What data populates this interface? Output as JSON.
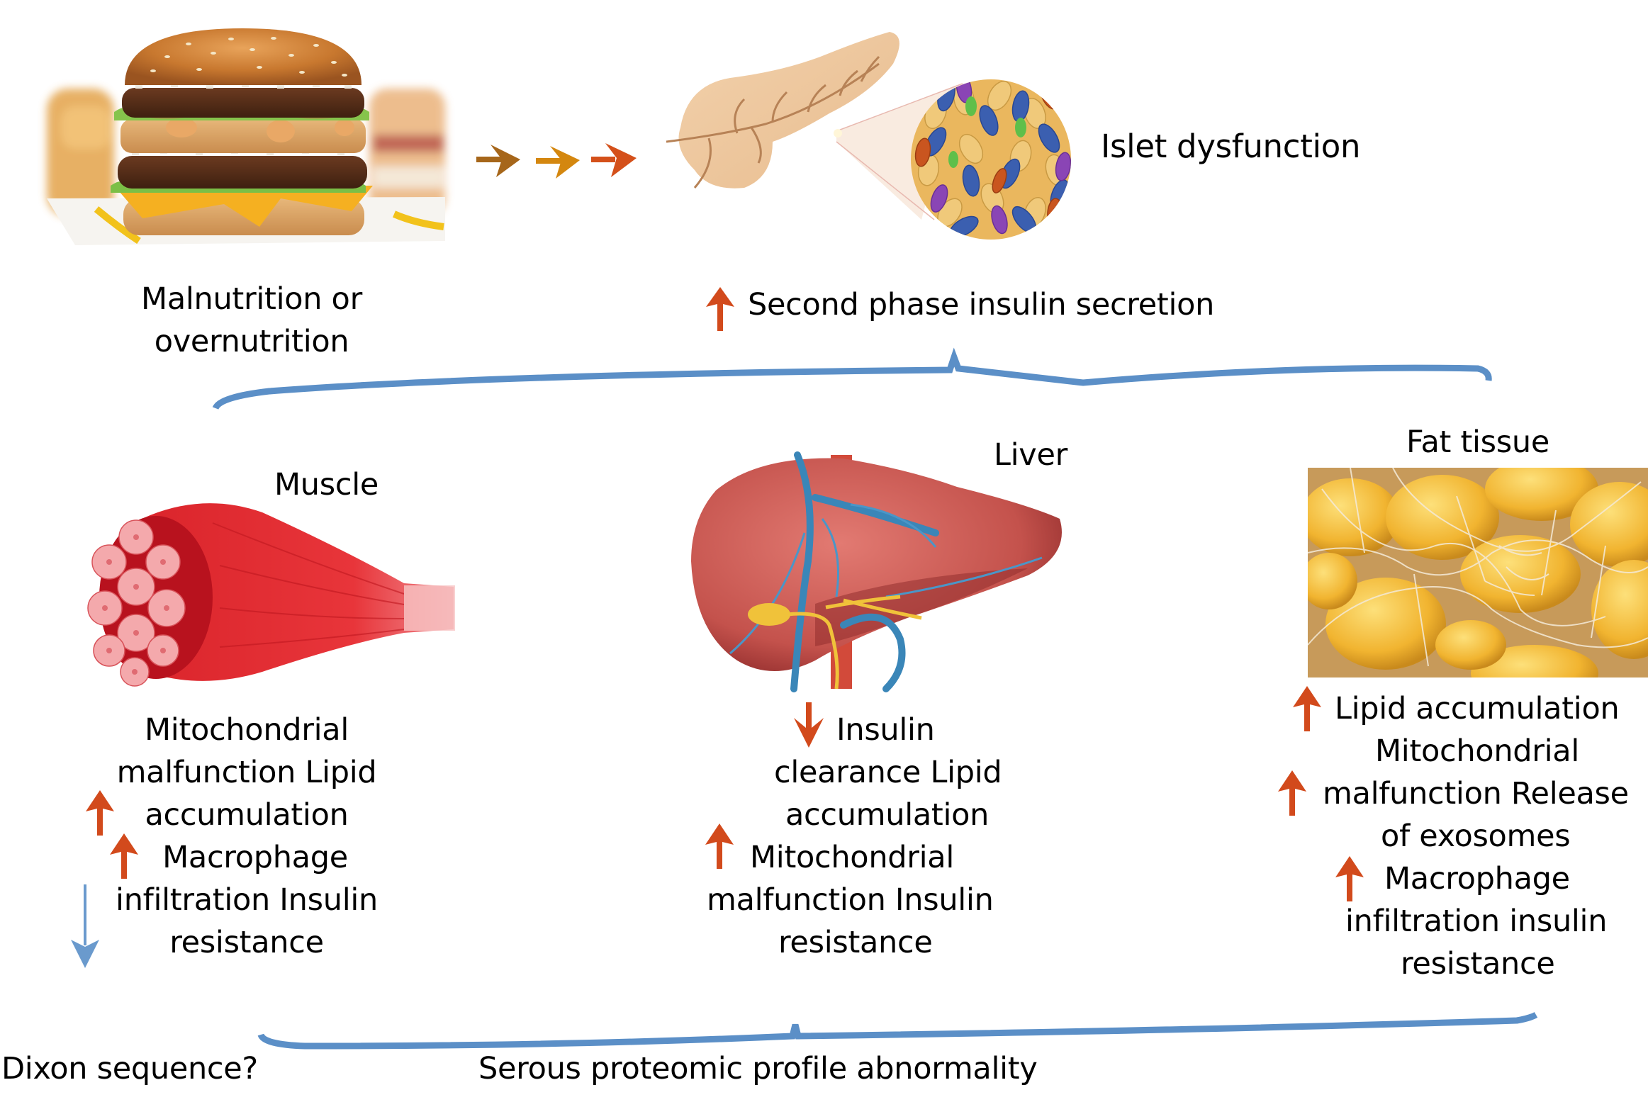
{
  "colors": {
    "brace": "#5B8FC7",
    "up_arrow": "#D24A1C",
    "down_arrow_red": "#D24A1C",
    "down_arrow_blue": "#6A9ACD",
    "flow_arrows": [
      "#A6661A",
      "#D4870F",
      "#D4501A"
    ]
  },
  "cause": {
    "image_icon": "burger-image",
    "label_lines": [
      "Malnutrition or",
      "overnutrition"
    ]
  },
  "flow_arrows": [
    "arrow-right-icon",
    "arrow-right-icon",
    "arrow-right-icon"
  ],
  "pancreas": {
    "image_icon": "pancreas-islet-image",
    "title": "Islet dysfunction",
    "effect": {
      "direction": "up",
      "text": "Second phase insulin secretion"
    }
  },
  "organs": [
    {
      "id": "muscle",
      "title": "Muscle",
      "image_icon": "muscle-image",
      "lines": [
        "Mitochondrial",
        "malfunction Lipid",
        "accumulation",
        "Macrophage",
        "infiltration Insulin",
        "resistance"
      ],
      "markers": [
        {
          "direction": "up",
          "color": "red",
          "line": 2
        },
        {
          "direction": "up",
          "color": "red",
          "line": 3
        },
        {
          "direction": "down",
          "color": "blue",
          "line": 5
        }
      ]
    },
    {
      "id": "liver",
      "title": "Liver",
      "image_icon": "liver-image",
      "lines": [
        "Insulin",
        "clearance Lipid",
        "accumulation",
        "Mitochondrial",
        "malfunction Insulin",
        "resistance"
      ],
      "markers": [
        {
          "direction": "down",
          "color": "red",
          "line": 0
        },
        {
          "direction": "up",
          "color": "red",
          "line": 3
        }
      ]
    },
    {
      "id": "fat",
      "title": "Fat tissue",
      "image_icon": "fat-tissue-image",
      "lines": [
        "Lipid accumulation",
        "Mitochondrial",
        "malfunction Release",
        "of exosomes",
        "Macrophage",
        "infiltration insulin",
        "resistance"
      ],
      "markers": [
        {
          "direction": "up",
          "color": "red",
          "line": 0
        },
        {
          "direction": "up",
          "color": "red",
          "line": 2
        },
        {
          "direction": "up",
          "color": "red",
          "line": 4
        }
      ]
    }
  ],
  "footer": {
    "left": "Dixon sequence?",
    "center": "Serous proteomic profile abnormality"
  }
}
